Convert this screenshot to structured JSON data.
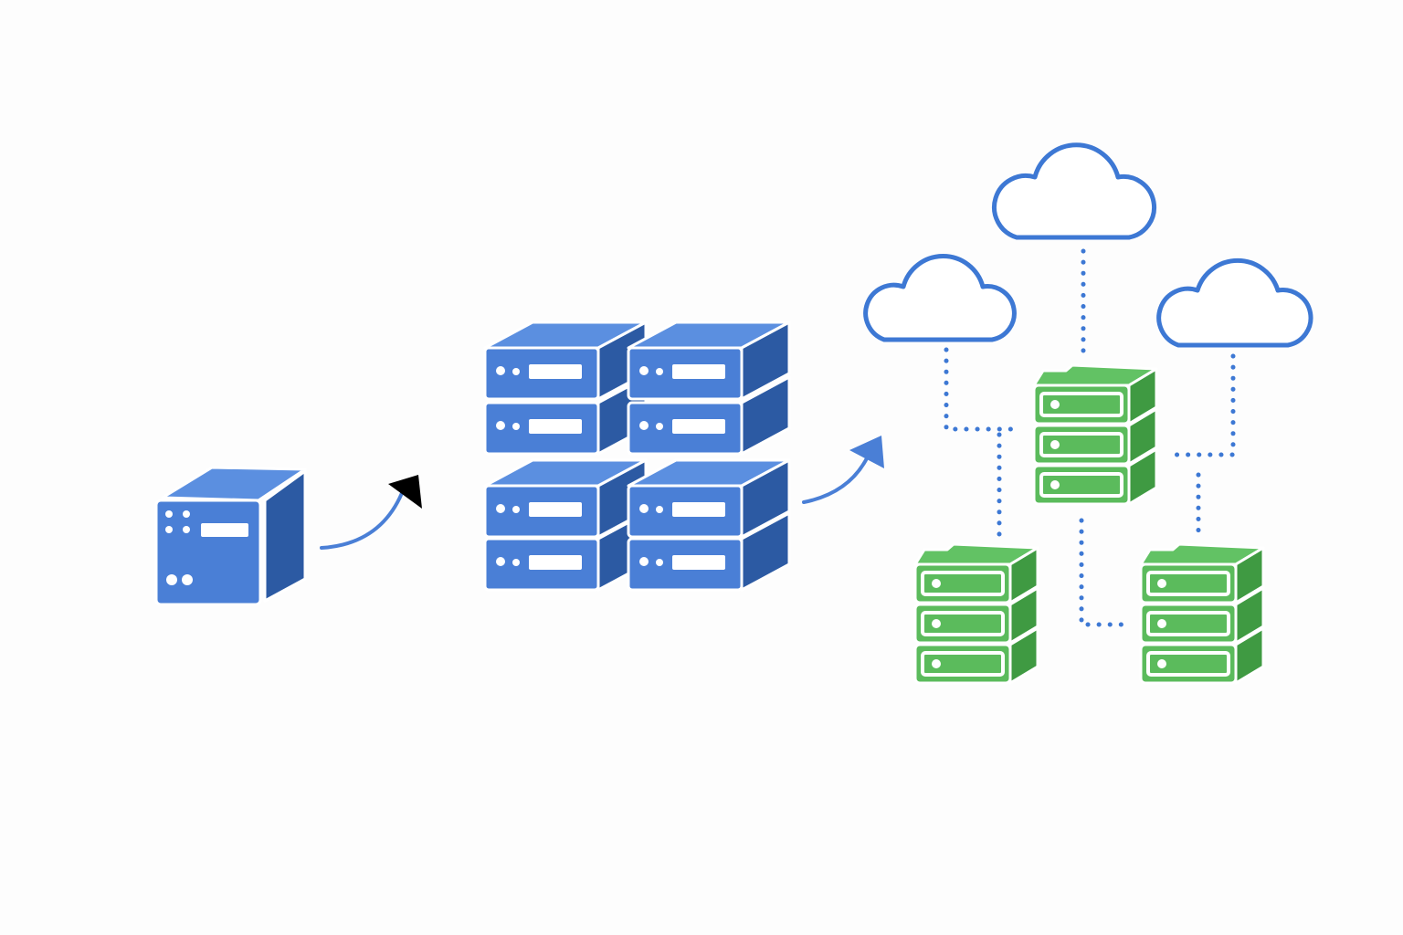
{
  "diagram": {
    "stages": [
      {
        "id": "single-server",
        "kind": "standalone-server",
        "unit_count": 1
      },
      {
        "id": "server-cluster",
        "kind": "rack-server-group",
        "unit_count": 8
      },
      {
        "id": "cloud-distributed",
        "kind": "cloud-network",
        "cloud_count": 3,
        "stack_count": 3,
        "units_per_stack": 3
      }
    ],
    "transitions": [
      {
        "from": "single-server",
        "to": "server-cluster",
        "style": "curved-arrow"
      },
      {
        "from": "server-cluster",
        "to": "cloud-distributed",
        "style": "curved-arrow"
      }
    ],
    "connections_style": "dotted",
    "icons": [
      "server-icon",
      "rack-server-icon",
      "cloud-icon",
      "arrow-icon"
    ],
    "colors": {
      "background": "#fdfdfd",
      "blue_front": "#4a7fd6",
      "blue_top": "#5b8fe0",
      "blue_side": "#2c5aa3",
      "green_front": "#5bbb5c",
      "green_top": "#62c264",
      "green_side": "#3f9a42",
      "cloud_stroke": "#3d78d4",
      "connector": "#3d78d4",
      "detail": "#ffffff"
    }
  }
}
